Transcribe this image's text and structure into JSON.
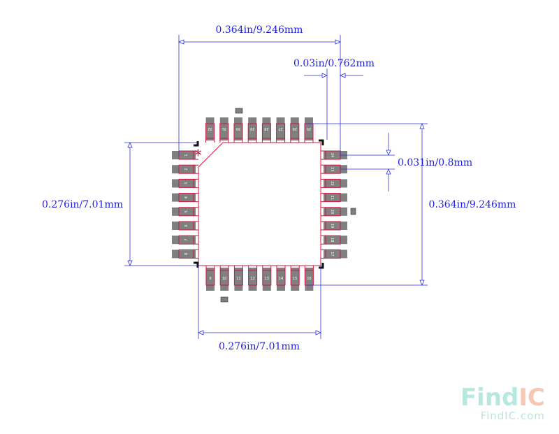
{
  "dimensions": {
    "top_width": "0.364in/9.246mm",
    "pin_width": "0.03in/0.762mm",
    "pitch": "0.031in/0.8mm",
    "left_height": "0.276in/7.01mm",
    "right_height": "0.364in/9.246mm",
    "bottom_width": "0.276in/7.01mm"
  },
  "pins": {
    "left": [
      "1",
      "2",
      "3",
      "4",
      "5",
      "6",
      "7",
      "8"
    ],
    "bottom": [
      "9",
      "10",
      "11",
      "12",
      "13",
      "14",
      "15",
      "16"
    ],
    "right": [
      "17",
      "18",
      "19",
      "20",
      "21",
      "22",
      "23",
      "24"
    ],
    "top": [
      "25",
      "26",
      "27",
      "28",
      "29",
      "30",
      "31",
      "32"
    ]
  },
  "pin1_marker": "*",
  "watermark": {
    "brand_prefix": "Find",
    "brand_suffix": "IC",
    "url": "FindIC.com"
  },
  "colors": {
    "dimension": "#1e1ee0",
    "outline": "#d0163c",
    "pad": "#808080",
    "corner": "#111111",
    "brand_prefix": "#b6e8df",
    "brand_suffix": "#f6c8b4",
    "brand_url": "#bfe3dc"
  }
}
